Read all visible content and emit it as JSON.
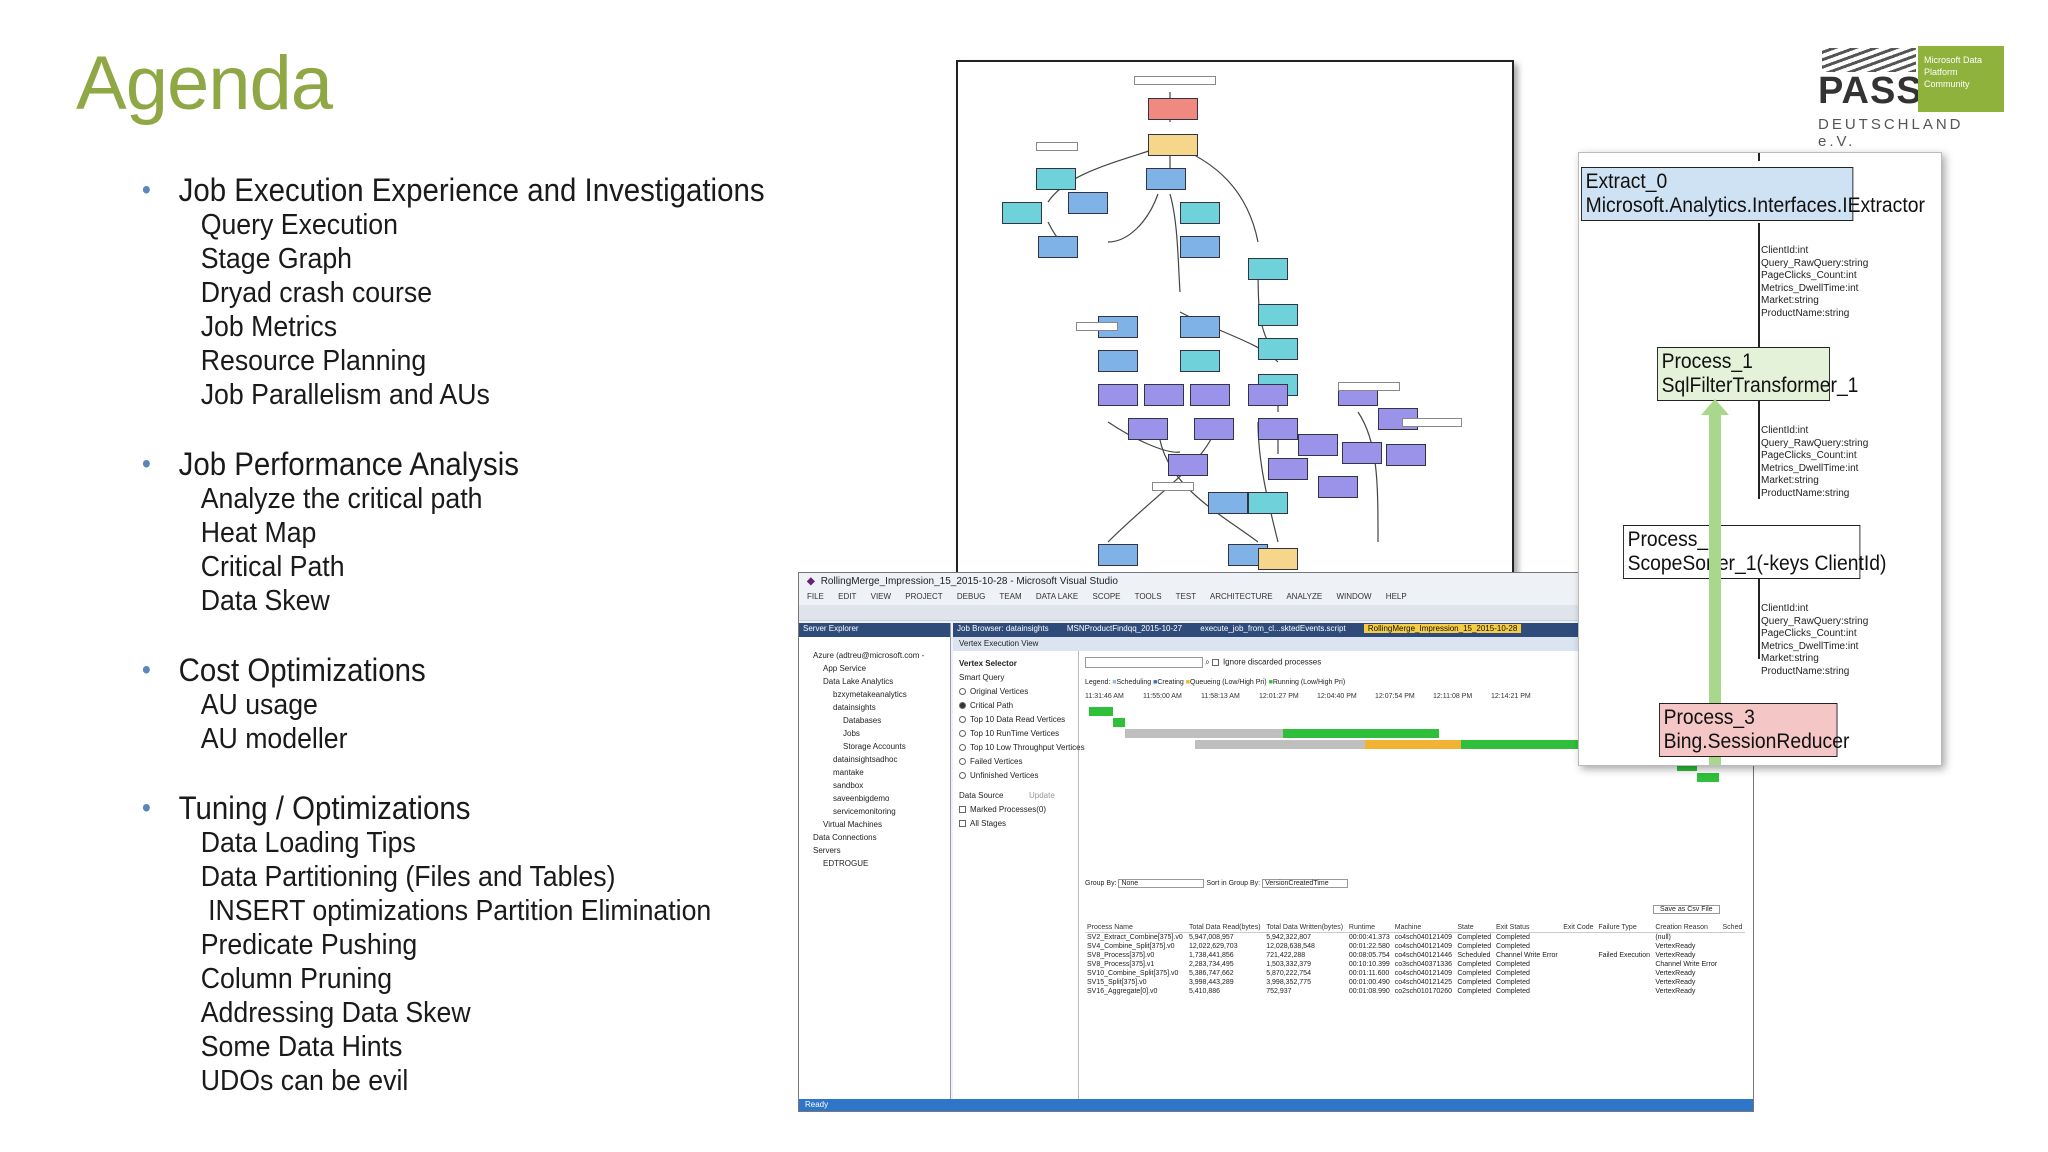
{
  "slide": {
    "title": "Agenda",
    "sections": [
      {
        "heading": "Job Execution Experience and Investigations",
        "items": [
          "Query Execution",
          "Stage Graph",
          "Dryad crash course",
          "Job Metrics",
          "Resource Planning",
          "Job Parallelism and AUs"
        ]
      },
      {
        "heading": "Job Performance Analysis",
        "items": [
          "Analyze the critical path",
          "Heat Map",
          "Critical Path",
          "Data Skew"
        ]
      },
      {
        "heading": "Cost Optimizations",
        "items": [
          "AU usage",
          "AU modeller"
        ]
      },
      {
        "heading": "Tuning / Optimizations",
        "items": [
          "Data Loading Tips",
          "Data Partitioning (Files and Tables)",
          "INSERT optimizations Partition Elimination",
          "Predicate Pushing",
          "Column Pruning",
          "Addressing Data Skew",
          "Some Data Hints",
          "UDOs can be evil"
        ]
      }
    ]
  },
  "logo": {
    "word": "PASS",
    "box_text": "Microsoft Data Platform Community",
    "subtitle": "DEUTSCHLAND e.V."
  },
  "vs_window": {
    "title": "RollingMerge_Impression_15_2015-10-28 - Microsoft Visual Studio",
    "menu": [
      "FILE",
      "EDIT",
      "VIEW",
      "PROJECT",
      "DEBUG",
      "TEAM",
      "DATA LAKE",
      "SCOPE",
      "TOOLS",
      "TEST",
      "ARCHITECTURE",
      "ANALYZE",
      "WINDOW",
      "HELP"
    ],
    "server_explorer_title": "Server Explorer",
    "tree": [
      "Azure (adtreu@microsoft.com -",
      "App Service",
      "Data Lake Analytics",
      "bzxymetakeanalytics",
      "datainsights",
      "Databases",
      "Jobs",
      "Storage Accounts",
      "datainsightsadhoc",
      "mantake",
      "sandbox",
      "saveenbigdemo",
      "servicemonitoring",
      "Virtual Machines",
      "Data Connections",
      "Servers",
      "EDTROGUE"
    ],
    "doc_tabs": [
      "Job Browser: datainsights",
      "MSNProductFindqq_2015-10-27",
      "execute_job_from_cl...sktedEvents.script",
      "RollingMerge_Impression_15_2015-10-28"
    ],
    "sub_header": "Vertex Execution View",
    "vertex_selector_title": "Vertex Selector",
    "smart_query": "Smart Query",
    "radio_options": [
      "Original Vertices",
      "Critical Path",
      "Top 10 Data Read Vertices",
      "Top 10 RunTime Vertices",
      "Top 10 Low Throughput Vertices",
      "Failed Vertices",
      "Unfinished Vertices"
    ],
    "data_source": "Data Source",
    "update_label": "Update",
    "marked_processes": "Marked Processes(0)",
    "all_stages": "All Stages",
    "ignore_discarded": "Ignore discarded processes",
    "legend": [
      "Legend:",
      "Scheduling",
      "Creating",
      "Queueing (Low/High Pri)",
      "Running (Low/High Pri)"
    ],
    "ticks": [
      "11:31:46 AM",
      "11:55:00 AM",
      "11:58:13 AM",
      "12:01:27 PM",
      "12:04:40 PM",
      "12:07:54 PM",
      "12:11:08 PM",
      "12:14:21 PM"
    ],
    "group_by": "Group By:",
    "group_by_value": "None",
    "sort_by": "Sort in Group By:",
    "sort_by_value": "VersionCreatedTime",
    "save_csv": "Save as Csv File",
    "table_headers": [
      "Process Name",
      "Total Data Read(bytes)",
      "Total Data Written(bytes)",
      "Runtime",
      "Machine",
      "State",
      "Exit Status",
      "Exit Code",
      "Failure Type",
      "Creation Reason",
      "Sched"
    ],
    "table_rows": [
      [
        "SV2_Extract_Combine[375].v0",
        "5,947,008,957",
        "5,942,322,807",
        "00:00:41.373",
        "co4sch040121409",
        "Completed",
        "Completed",
        "",
        "",
        "(null)",
        ""
      ],
      [
        "SV4_Combine_Split[375].v0",
        "12,022,629,703",
        "12,028,638,548",
        "00:01:22.580",
        "co4sch040121409",
        "Completed",
        "Completed",
        "",
        "",
        "VertexReady",
        ""
      ],
      [
        "SV8_Process[375].v0",
        "1,738,441,856",
        "721,422,288",
        "00:08:05.754",
        "co4sch040121446",
        "Scheduled",
        "Channel Write Error",
        "",
        "Failed Execution",
        "VertexReady",
        ""
      ],
      [
        "SV8_Process[375].v1",
        "2,283,734,495",
        "1,503,332,379",
        "00:10:10.399",
        "co3sch040371336",
        "Completed",
        "Completed",
        "",
        "",
        "Channel Write Error",
        ""
      ],
      [
        "SV10_Combine_Split[375].v0",
        "5,386,747,662",
        "5,870,222,754",
        "00:01:11.600",
        "co4sch040121409",
        "Completed",
        "Completed",
        "",
        "",
        "VertexReady",
        ""
      ],
      [
        "SV15_Split[375].v0",
        "3,998,443,289",
        "3,998,352,775",
        "00:01:00.490",
        "co4sch040121425",
        "Completed",
        "Completed",
        "",
        "",
        "VertexReady",
        ""
      ],
      [
        "SV16_Aggregate[0].v0",
        "5,410,886",
        "752,937",
        "00:01:08.990",
        "co2sch010170260",
        "Completed",
        "Completed",
        "",
        "",
        "VertexReady",
        ""
      ]
    ],
    "status": "Ready"
  },
  "plan": {
    "nodes": [
      {
        "line1": "Extract_0",
        "line2": "Microsoft.Analytics.Interfaces.IExtractor"
      },
      {
        "line1": "Process_1",
        "line2": "SqlFilterTransformer_1"
      },
      {
        "line1": "Process_2",
        "line2": "ScopeSorter_1(-keys ClientId)"
      },
      {
        "line1": "Process_3",
        "line2": "Bing.SessionReducer"
      }
    ],
    "schema": "ClientId:int\nQuery_RawQuery:string\nPageClicks_Count:int\nMetrics_DwellTime:int\nMarket:string\nProductName:string"
  },
  "colors": {
    "title_green": "#8fa845",
    "bullet_blue": "#5b86b8",
    "extract_fill": "#cfe2f3",
    "process1_fill": "#e4f2d9",
    "process3_fill": "#f4c6c6",
    "arrow_green": "#a9d88c"
  }
}
